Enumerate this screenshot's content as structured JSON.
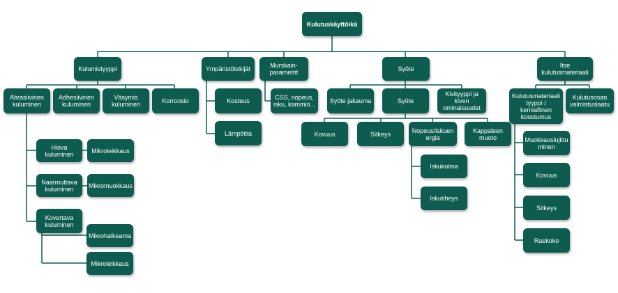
{
  "root": "Kulutuskäyttöikä",
  "level1": {
    "kulumistyyppi": "Kulumistyyppi",
    "ymparisto": "Ympäristötekijät",
    "murskain": "Murskain-\nparametrit",
    "syote": "Syöte",
    "itse": "Itse\nkulutusmateriaali"
  },
  "kulumistyyppi": {
    "abrasiivinen": "Abrasiivinen\nkuluminen",
    "adhesiivinen": "Adhesiivinen\nkuluminen",
    "vasymis": "Väsymis\nkuluminen",
    "korroosio": "Korroosio",
    "hiova": "Hiova\nkuluminen",
    "mikroleikkaus1": "Mikroleikkaus",
    "naarmuttava": "Naarmuttava\nkuluminen",
    "mikromuokkaus": "Mikromuokkaus",
    "kovertava": "Kovertava\nkuluminen",
    "mikrohalkeama": "Mikrohalkeama",
    "mikroleikkaus2": "Mikroleikkaus"
  },
  "ymparisto": {
    "kosteus": "Kosteus",
    "lampotila": "Lämpötila"
  },
  "murskain": {
    "css": "CSS, nopeus,\nisku, kammio..."
  },
  "syote": {
    "jakauma": "Syöte jakauma",
    "syote2": "Syöte",
    "kivityyppi": "Kivityyppi ja\nkiven\nominaisuudet",
    "kovuus": "Kovuus",
    "sitkeys": "Sitkeys",
    "nopeus": "Nopeus/iskuen\nergia",
    "kappaleen": "Kappaleen\nmuoto",
    "iskukulma": "Iskukulma",
    "iskutiheys": "Iskutiheys"
  },
  "itse": {
    "tyyppi": "Kulutusmateriaali\ntyyppi /\nkemiallinen\nkoostumus",
    "valmistuslaatu": "Kulutusosan\nvalmistuslaatu",
    "muokkaus": "Muokkauslujittu\nminen",
    "kovuus": "Kovuus",
    "sitkeys": "Sitkeys",
    "raekoko": "Raekoko"
  },
  "colors": {
    "node_fill": "#0d5c4f",
    "node_text": "#ffffff",
    "connector": "#0d5c4f",
    "background": "#ffffff"
  }
}
